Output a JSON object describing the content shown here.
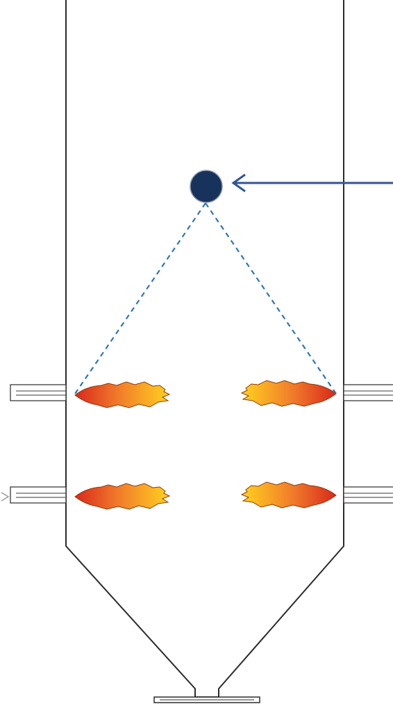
{
  "colors": {
    "furnace_outline": "#2b2b2b",
    "sensor_fill": "#17335c",
    "arrow_stroke": "#2f5496",
    "sight_line_stroke": "#2e75b6",
    "flame_hot": "#d9281c",
    "flame_mid": "#f07a2a",
    "flame_cool": "#ffd21f",
    "flame_edge": "#8a3b0a",
    "inlet_arrow_stroke": "#9a9a9a"
  },
  "icons": {
    "sensor": "sensor-dot-icon",
    "pointer": "pointer-arrow-icon",
    "flame": "flame-icon",
    "burner": "burner-nozzle-icon"
  },
  "burners": [
    {
      "side": "left",
      "level": "upper"
    },
    {
      "side": "right",
      "level": "upper"
    },
    {
      "side": "left",
      "level": "lower"
    },
    {
      "side": "right",
      "level": "lower"
    }
  ]
}
